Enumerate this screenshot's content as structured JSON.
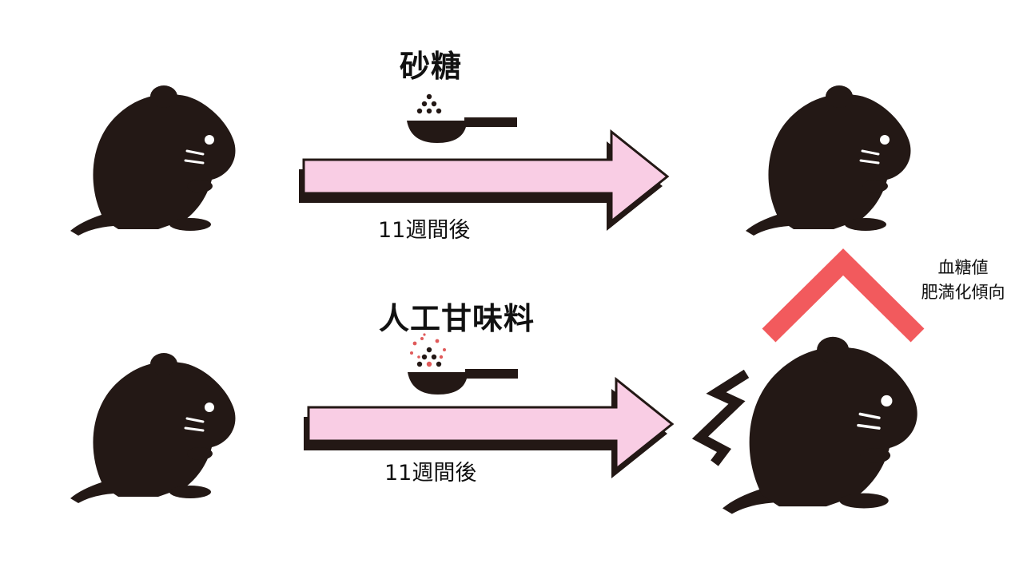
{
  "rows": [
    {
      "title": "砂糖",
      "period": "11週間後"
    },
    {
      "title": "人工甘味料",
      "period": "11週間後"
    }
  ],
  "effect": {
    "line1": "血糖値",
    "line2": "肥満化傾向"
  },
  "colors": {
    "mouse": "#231815",
    "arrow_fill": "#f9cde4",
    "arrow_shadow": "#231815",
    "up_chevron": "#f25a5d",
    "sweetener_dots": "#e05a5a",
    "background": "#ffffff"
  }
}
